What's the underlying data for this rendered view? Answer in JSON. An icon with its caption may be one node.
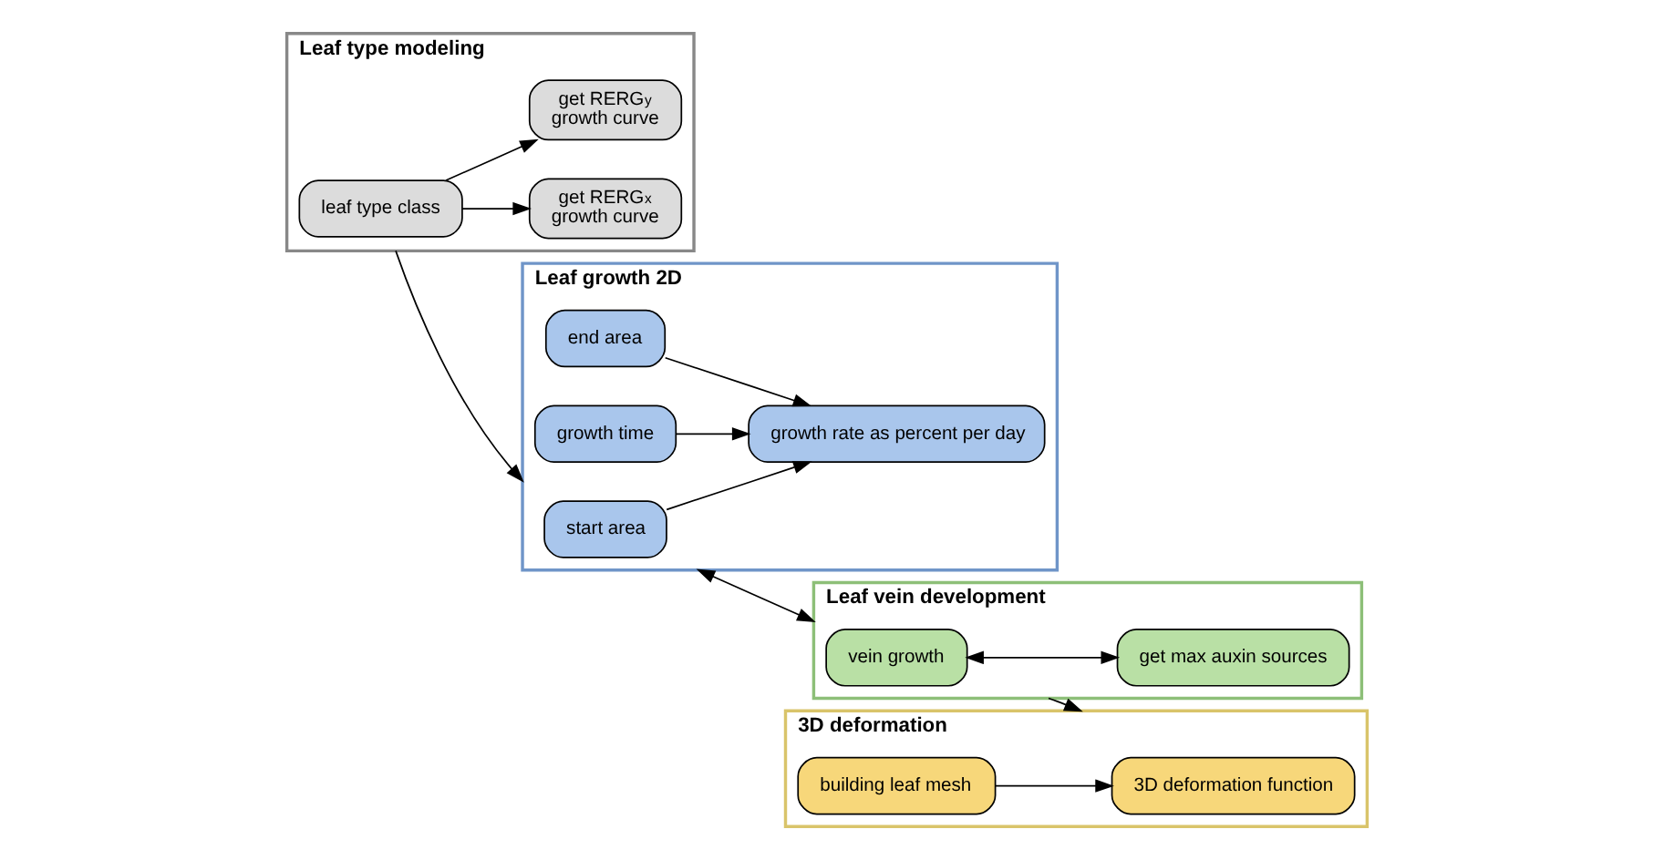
{
  "diagram": {
    "nodes": [
      {
        "text": [
          "Leaf type modeling"
        ]
      },
      {
        "text": [
          "leaf type class"
        ],
        "in": 0
      },
      {
        "text": [
          "get RERG$_{x}$ growth curve"
        ],
        "in": 0
      },
      {
        "text": [
          "get RERG$_{y}$ growth curve"
        ],
        "in": 0
      },
      {
        "text": [
          "Leaf growth 2D"
        ]
      },
      {
        "text": [
          "start area"
        ],
        "in": 4
      },
      {
        "text": [
          "end area"
        ],
        "in": 4
      },
      {
        "text": [
          "growth time"
        ],
        "in": 4
      },
      {
        "text": [
          "growth rate as percent per day"
        ],
        "in": 4
      },
      {
        "text": [
          "3D deformation"
        ]
      },
      {
        "text": [
          "3D deformation function"
        ],
        "in": 9
      },
      {
        "text": [
          "building leaf mesh"
        ],
        "in": 9
      },
      {
        "text": [
          "Leaf vein development"
        ]
      },
      {
        "text": [
          "vein growth"
        ],
        "in": 12
      },
      {
        "text": [
          "get max auxin sources"
        ],
        "in": 12
      }
    ],
    "edges": [
      {
        "from": 1,
        "to": 2,
        "arrow": "to"
      },
      {
        "from": 1,
        "to": 3,
        "arrow": "to"
      },
      {
        "from": 0,
        "to": 4,
        "arrow": "to"
      },
      {
        "from": 5,
        "to": 8,
        "arrow": "to"
      },
      {
        "from": 6,
        "to": 8,
        "arrow": "to"
      },
      {
        "from": 7,
        "to": 8,
        "arrow": "to"
      },
      {
        "from": 4,
        "to": 12,
        "arrow": "both"
      },
      {
        "from": 12,
        "to": 9,
        "arrow": "to"
      },
      {
        "from": 11,
        "to": 10,
        "arrow": "to"
      },
      {
        "from": 13,
        "to": 14,
        "arrow": "both"
      }
    ]
  }
}
